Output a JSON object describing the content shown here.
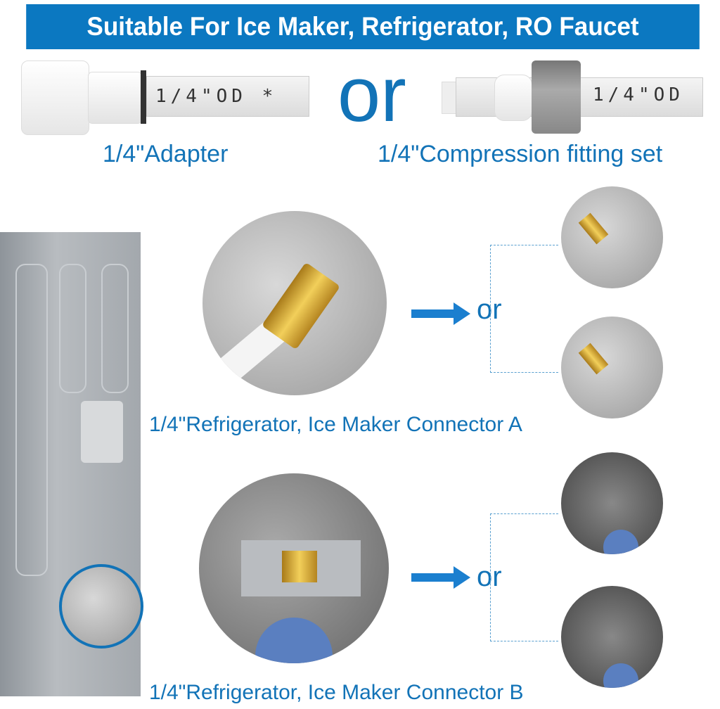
{
  "banner": {
    "title": "Suitable For Ice Maker, Refrigerator, RO Faucet",
    "color": "#0b78c1"
  },
  "top": {
    "or": "or",
    "adapter_label": "1/4\"Adapter",
    "compression_label": "1/4\"Compression fitting set",
    "tube_print_a": "1/4\"OD *",
    "tube_print_b": "1/4\"OD"
  },
  "connector_a": {
    "or": "or",
    "label": "1/4\"Refrigerator, Ice Maker Connector A"
  },
  "connector_b": {
    "or": "or",
    "label": "1/4\"Refrigerator, Ice Maker Connector B"
  }
}
